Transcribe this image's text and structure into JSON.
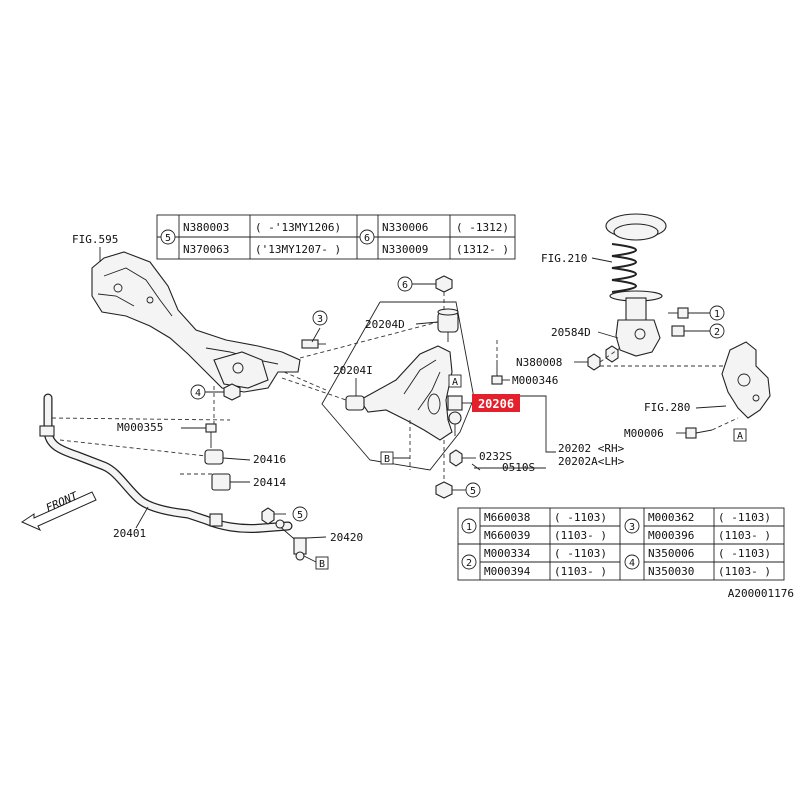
{
  "colors": {
    "highlight": "#e3202b",
    "line": "#222222",
    "background": "#ffffff"
  },
  "fig_refs": {
    "subframe": "FIG.595",
    "strut": "FIG.210",
    "knuckle": "FIG.280"
  },
  "labels": {
    "p20204D": "20204D",
    "p20204I": "20204I",
    "p20206": "20206",
    "p0232S": "0232S",
    "p0510S": "0510S",
    "p20202": "20202 <RH>",
    "p20202A": "20202A<LH>",
    "p20584D": "20584D",
    "pN380008": "N380008",
    "pM000346": "M000346",
    "pM00006": "M00006",
    "pM000355": "M000355",
    "p20416": "20416",
    "p20414": "20414",
    "p20401": "20401",
    "p20420": "20420",
    "front": "FRONT",
    "diagram_id": "A200001176"
  },
  "callouts": {
    "c1": "1",
    "c2": "2",
    "c3": "3",
    "c4": "4",
    "c5": "5",
    "c6": "6"
  },
  "ref_boxes": {
    "A": "A",
    "B": "B"
  },
  "top_table": {
    "g5": {
      "num": "5",
      "r1": [
        "N380003",
        "( -'13MY1206)"
      ],
      "r2": [
        "N370063",
        "('13MY1207- )"
      ]
    },
    "g6": {
      "num": "6",
      "r1": [
        "N330006",
        "( -1312)"
      ],
      "r2": [
        "N330009",
        "(1312- )"
      ]
    }
  },
  "bottom_table": {
    "g1": {
      "num": "1",
      "r1": [
        "M660038",
        "( -1103)"
      ],
      "r2": [
        "M660039",
        "(1103- )"
      ]
    },
    "g2": {
      "num": "2",
      "r1": [
        "M000334",
        "( -1103)"
      ],
      "r2": [
        "M000394",
        "(1103- )"
      ]
    },
    "g3": {
      "num": "3",
      "r1": [
        "M000362",
        "( -1103)"
      ],
      "r2": [
        "M000396",
        "(1103- )"
      ]
    },
    "g4": {
      "num": "4",
      "r1": [
        "N350006",
        "( -1103)"
      ],
      "r2": [
        "N350030",
        "(1103- )"
      ]
    }
  }
}
